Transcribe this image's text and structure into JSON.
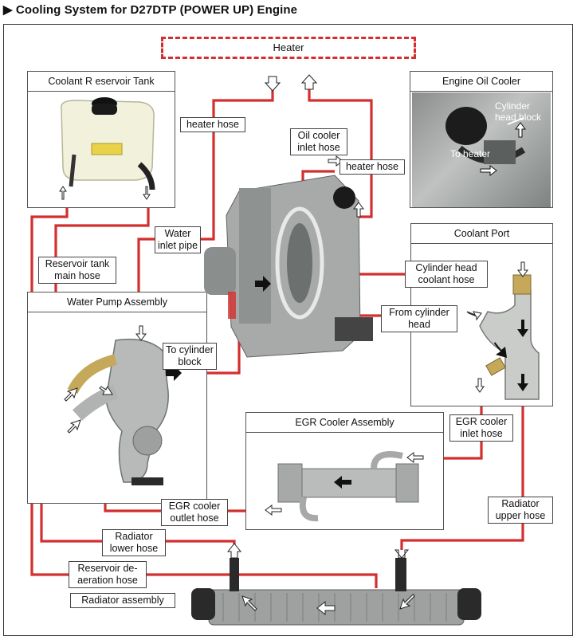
{
  "title": "▶ Cooling System for D27DTP (POWER UP) Engine",
  "heater": "Heater",
  "boxes": {
    "reservoir": "Coolant R eservoir Tank",
    "oil_cooler": "Engine Oil Cooler",
    "coolant_port": "Coolant Port",
    "water_pump": "Water Pump Assembly",
    "egr_cooler": "EGR Cooler Assembly"
  },
  "oil_cooler_labels": {
    "cylinder_head_block": "Cylinder\nhead block",
    "to_heater": "To heater"
  },
  "labels": {
    "heater_hose_left": "heater hose",
    "oil_cooler_inlet": "Oil cooler\ninlet hose",
    "heater_hose_right": "heater hose",
    "water_inlet_pipe": "Water\ninlet pipe",
    "reservoir_main_hose": "Reservoir tank\nmain hose",
    "cylinder_head_coolant": "Cylinder head\ncoolant hose",
    "from_cylinder_head": "From cylinder\nhead",
    "to_cylinder_block": "To cylinder\nblock",
    "egr_inlet": "EGR cooler\ninlet hose",
    "egr_outlet": "EGR cooler\noutlet hose",
    "radiator_upper": "Radiator\nupper hose",
    "radiator_lower": "Radiator\nlower hose",
    "reservoir_deaeration": "Reservoir de-\naeration hose",
    "radiator_assembly": "Radiator assembly"
  },
  "colors": {
    "hose": "#d32f2f",
    "frame": "#333333"
  }
}
